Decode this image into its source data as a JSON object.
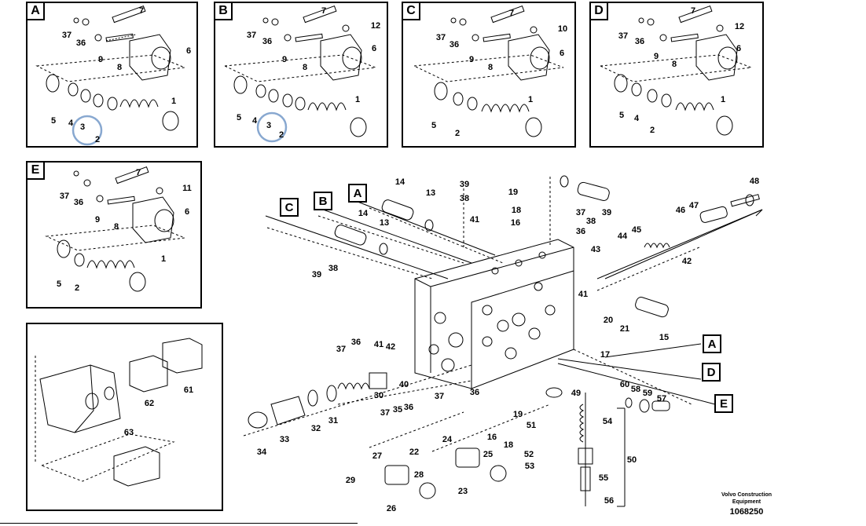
{
  "inset_A": {
    "letter": "A",
    "callouts": [
      "7",
      "37",
      "36",
      "9",
      "8",
      "6",
      "5",
      "4",
      "3",
      "2",
      "1"
    ]
  },
  "inset_B": {
    "letter": "B",
    "callouts": [
      "7",
      "12",
      "37",
      "36",
      "9",
      "8",
      "6",
      "5",
      "4",
      "3",
      "2",
      "1"
    ]
  },
  "inset_C": {
    "letter": "C",
    "callouts": [
      "7",
      "10",
      "37",
      "36",
      "9",
      "8",
      "6",
      "5",
      "2",
      "1"
    ]
  },
  "inset_D": {
    "letter": "D",
    "callouts": [
      "7",
      "12",
      "37",
      "36",
      "9",
      "8",
      "6",
      "5",
      "4",
      "2",
      "1"
    ]
  },
  "inset_E": {
    "letter": "E",
    "callouts": [
      "7",
      "11",
      "37",
      "36",
      "9",
      "8",
      "6",
      "5",
      "2",
      "1"
    ]
  },
  "assembly_inset": {
    "callouts": [
      "61",
      "62",
      "63"
    ]
  },
  "main_view": {
    "view_labels": [
      "C",
      "B",
      "A",
      "A",
      "D",
      "E"
    ],
    "callouts": [
      "14",
      "13",
      "39",
      "38",
      "19",
      "18",
      "16",
      "41",
      "14",
      "13",
      "37",
      "36",
      "39",
      "38",
      "44",
      "45",
      "46",
      "47",
      "48",
      "43",
      "42",
      "39",
      "38",
      "41",
      "20",
      "21",
      "15",
      "17",
      "37",
      "36",
      "41",
      "42",
      "40",
      "36",
      "37",
      "30",
      "49",
      "60",
      "58",
      "59",
      "57",
      "32",
      "31",
      "33",
      "34",
      "37",
      "35",
      "36",
      "51",
      "19",
      "54",
      "16",
      "18",
      "22",
      "24",
      "25",
      "52",
      "53",
      "55",
      "50",
      "27",
      "28",
      "29",
      "23",
      "26",
      "56"
    ]
  },
  "footer": {
    "brand_line1": "Volvo Construction",
    "brand_line2": "Equipment",
    "doc_number": "1068250"
  }
}
